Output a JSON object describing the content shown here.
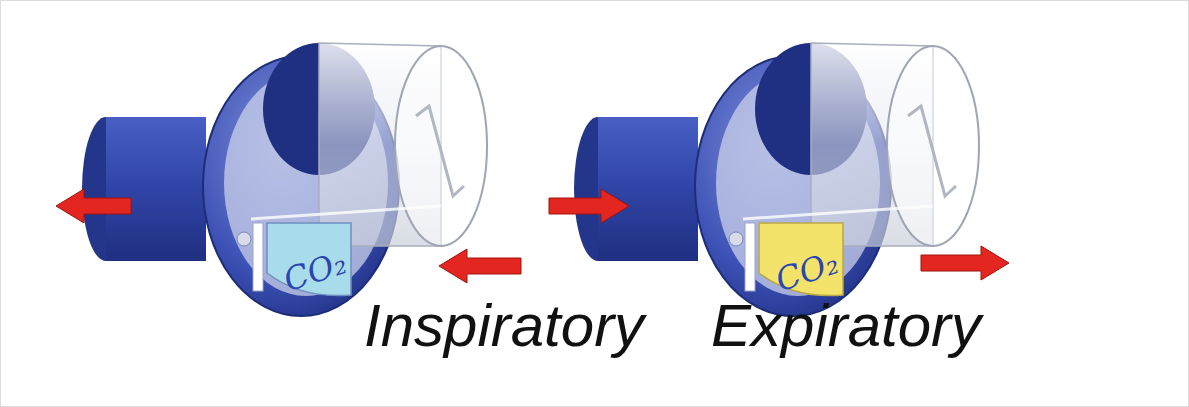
{
  "diagram": {
    "labels": [
      "CO₂",
      "Inspiratory",
      "CO₂",
      "Expiratory"
    ]
  }
}
